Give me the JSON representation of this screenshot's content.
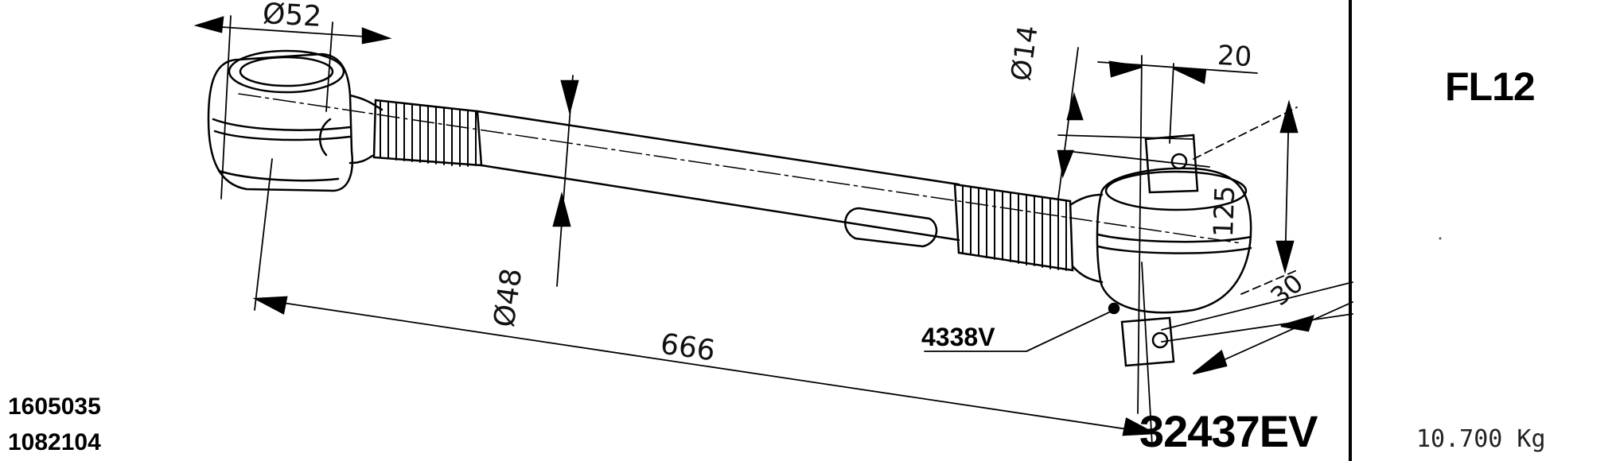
{
  "drawing": {
    "dimensions": {
      "eye_diameter": "Ø52",
      "pin_diameter": "Ø14",
      "pin_offset": "20",
      "bracket_height": "125",
      "tube_diameter": "Ø48",
      "overall_length": "666",
      "bracket_width": "30"
    },
    "component_ref": "4338V",
    "part_number": "32437EV"
  },
  "title_block": {
    "model": "FL12",
    "weight": "10.700 Kg"
  },
  "oem_refs": [
    "1605035",
    "1082104"
  ]
}
